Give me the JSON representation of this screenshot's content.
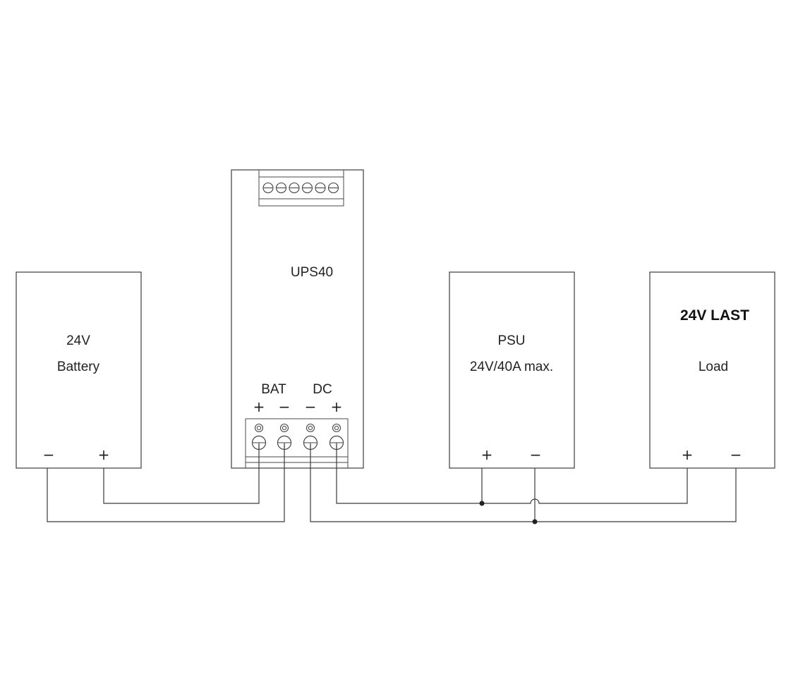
{
  "battery": {
    "line1": "24V",
    "line2": "Battery",
    "term_minus": "−",
    "term_plus": "+"
  },
  "ups": {
    "title": "UPS40",
    "bat_label": "BAT",
    "dc_label": "DC",
    "bat_plus": "+",
    "bat_minus": "−",
    "dc_minus": "−",
    "dc_plus": "+"
  },
  "psu": {
    "line1": "PSU",
    "line2": "24V/40A max.",
    "term_plus": "+",
    "term_minus": "−"
  },
  "load": {
    "line1": "24V LAST",
    "line2": "Load",
    "term_plus": "+",
    "term_minus": "−"
  }
}
